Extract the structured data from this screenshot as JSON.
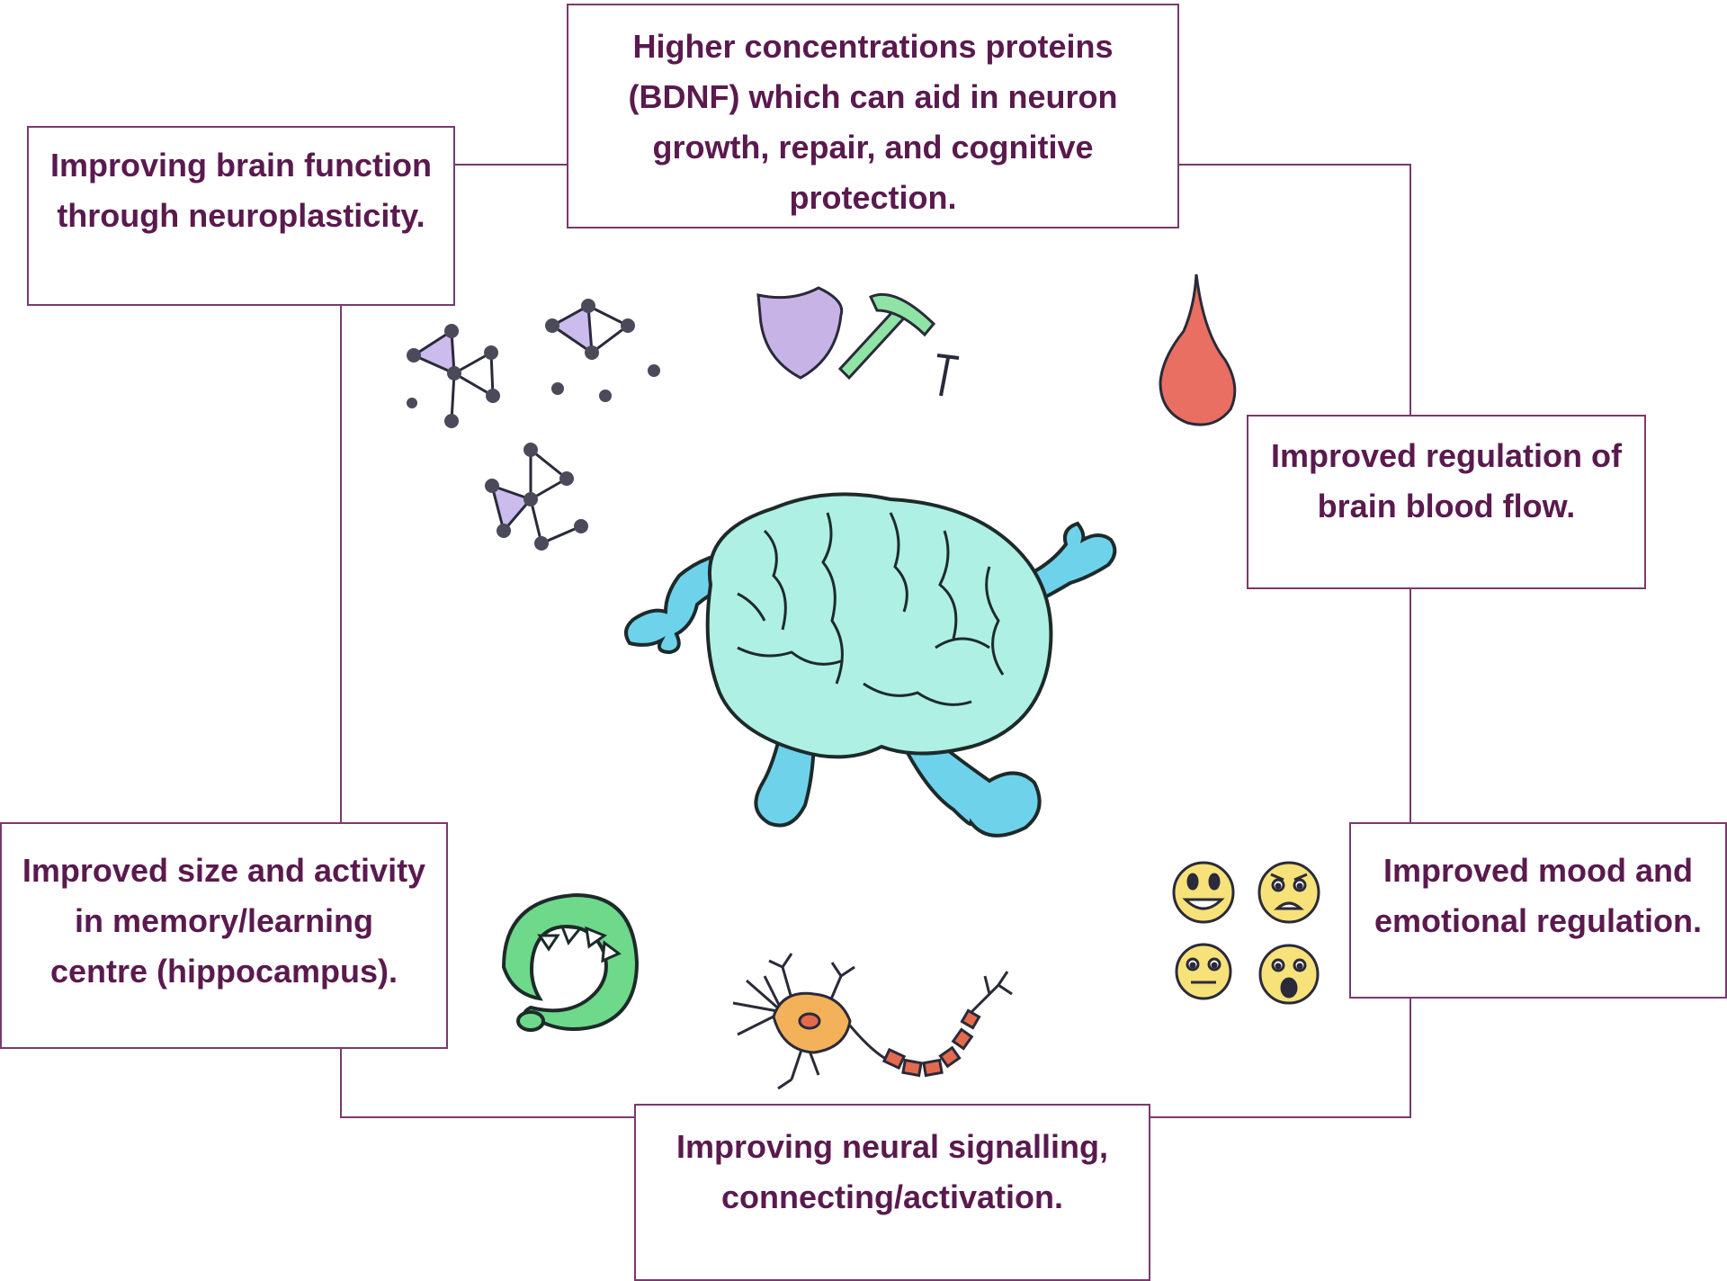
{
  "colors": {
    "text": "#5a1a4e",
    "box_border": "#7a3a6c",
    "connector": "#7a3a6c",
    "brain_fill": "#aef0e4",
    "limb_fill": "#6ed3ea",
    "shield_fill": "#c8b3e6",
    "hammer_fill": "#8fe3a4",
    "blood_fill": "#e96f62",
    "hippocampus_fill": "#6ed98a",
    "neuron_fill": "#f3b25a",
    "axon_fill": "#e46a4e",
    "emoji_fill": "#f7e27a",
    "node_fill": "#4a4a5a",
    "network_fill": "#b6a0e6"
  },
  "boxes": {
    "bdnf": {
      "lines": [
        "Higher concentrations proteins",
        "(BDNF) which can aid in neuron",
        "growth, repair, and cognitive",
        "protection."
      ]
    },
    "neuroplasticity": {
      "lines": [
        "Improving brain function",
        "through neuroplasticity."
      ]
    },
    "blood_flow": {
      "lines": [
        "Improved regulation of",
        "brain blood flow."
      ]
    },
    "hippocampus": {
      "lines": [
        "Improved size and activity",
        "in memory/learning",
        "centre (hippocampus)."
      ]
    },
    "mood": {
      "lines": [
        "Improved mood and",
        "emotional regulation."
      ]
    },
    "signalling": {
      "lines": [
        "Improving neural signalling,",
        "connecting/activation."
      ]
    }
  },
  "illustrations": {
    "center": "walking-brain-icon",
    "neuroplasticity": "neural-network-icon",
    "bdnf": [
      "shield-icon",
      "hammer-icon",
      "nail-icon"
    ],
    "blood_flow": "blood-drop-icon",
    "hippocampus": "hippocampus-icon",
    "signalling": "neuron-icon",
    "mood": [
      "happy-face-icon",
      "worried-face-icon",
      "neutral-face-icon",
      "shocked-face-icon"
    ]
  }
}
